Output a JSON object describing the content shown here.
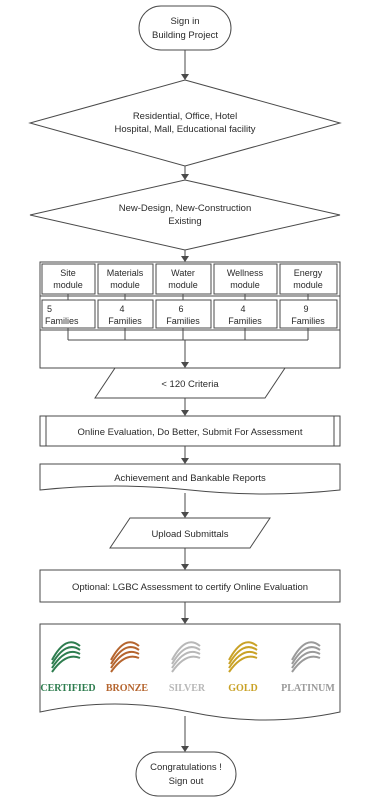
{
  "start": {
    "line1": "Sign in",
    "line2": "Building Project"
  },
  "decision_building_types": {
    "line1": "Residential, Office, Hotel",
    "line2": "Hospital, Mall, Educational facility"
  },
  "decision_project_stage": {
    "line1": "New-Design, New-Construction",
    "line2": "Existing"
  },
  "modules": [
    {
      "name1": "Site",
      "name2": "module",
      "count": "5",
      "unit": "Families"
    },
    {
      "name1": "Materials",
      "name2": "module",
      "count": "4",
      "unit": "Families"
    },
    {
      "name1": "Water",
      "name2": "module",
      "count": "6",
      "unit": "Families"
    },
    {
      "name1": "Wellness",
      "name2": "module",
      "count": "4",
      "unit": "Families"
    },
    {
      "name1": "Energy",
      "name2": "module",
      "count": "9",
      "unit": "Families"
    }
  ],
  "criteria": "< 120 Criteria",
  "online_evaluation": "Online Evaluation, Do Better, Submit For Assessment",
  "reports": "Achievement and Bankable Reports",
  "upload": "Upload Submittals",
  "assessment": "Optional: LGBC Assessment to certify Online Evaluation",
  "certification_levels": [
    {
      "label": "CERTIFIED",
      "color": "#2e7d4f"
    },
    {
      "label": "BRONZE",
      "color": "#b5652f"
    },
    {
      "label": "SILVER",
      "color": "#b8b8b8"
    },
    {
      "label": "GOLD",
      "color": "#c9a227"
    },
    {
      "label": "PLATINUM",
      "color": "#9a9a9a"
    }
  ],
  "end": {
    "line1": "Congratulations !",
    "line2": "Sign out"
  }
}
